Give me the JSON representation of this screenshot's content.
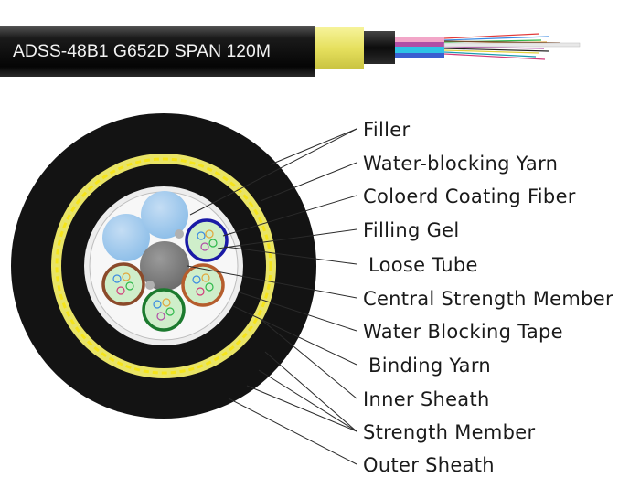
{
  "cable_print": "ADSS-48B1 G652D SPAN 120M",
  "labels": [
    "Filler",
    "Water-blocking Yarn",
    "Coloerd Coating Fiber",
    "Filling Gel",
    "Loose Tube",
    "Central Strength Member",
    "Water Blocking Tape",
    "Binding Yarn",
    "Inner Sheath",
    "Strength Member",
    "Outer Sheath"
  ],
  "colors": {
    "sheath": "#111111",
    "aramid_yarn": "#ece76a",
    "binding_yarn": "#f5e41a",
    "filler": "#9cc6ea",
    "central_member": "#7d7d7d",
    "tube_blue": "#1a1aa6",
    "tube_orange": "#b55d2d",
    "tube_green": "#1c7a2e",
    "tube_brown": "#8b4a2a",
    "filling_gel": "#cfeeca"
  }
}
